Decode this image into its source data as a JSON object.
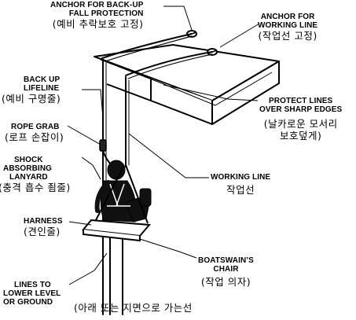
{
  "labels": {
    "anchor_backup": {
      "en1": "ANCHOR FOR BACK-UP",
      "en2": "FALL PROTECTION",
      "ko": "(예비 추락보호 고정)"
    },
    "anchor_working": {
      "en1": "ANCHOR FOR",
      "en2": "WORKING  LINE",
      "ko": "(작업선 고정)"
    },
    "backup_lifeline": {
      "en1": "BACK UP",
      "en2": "LIFELINE",
      "ko": "(예비 구명줄)"
    },
    "rope_grab": {
      "en1": "ROPE GRAB",
      "ko": "(로프 손잡이)"
    },
    "shock_lanyard": {
      "en1": "SHOCK",
      "en2": "ABSORBING",
      "en3": "LANYARD",
      "ko": "(충격 흡수 죔줄)"
    },
    "harness": {
      "en1": "HARNESS",
      "ko": "(견인줄)"
    },
    "lines_to_lower": {
      "en1": "LINES TO",
      "en2": "LOWER LEVEL",
      "en3": "OR GROUND",
      "ko": "(아래 또는 지면으로 가는선"
    },
    "protect_lines": {
      "en1": "PROTECT LINES",
      "en2": "OVER SHARP EDGES",
      "ko1": "(날카로운 모서리",
      "ko2": "보호덮게)"
    },
    "working_line": {
      "en1": "WORKING LINE",
      "ko": "작업선"
    },
    "boatswain_chair": {
      "en1": "BOATSWAIN’S",
      "en2": "CHAIR",
      "ko": "(작업 의자)"
    }
  },
  "colors": {
    "ink": "#000000",
    "paper": "#ffffff",
    "figure": "#111111"
  }
}
